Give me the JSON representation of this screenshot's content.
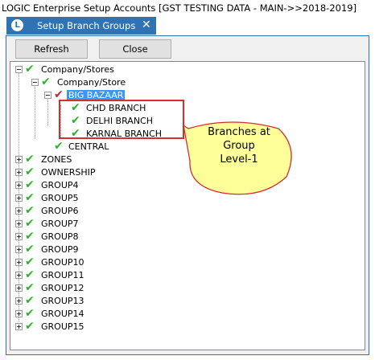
{
  "window": {
    "title": "LOGIC Enterprise Setup Accounts  [GST TESTING DATA - MAIN->>2018-2019]"
  },
  "tab": {
    "icon": "logic-app-icon",
    "label": "Setup Branch Groups",
    "close_glyph": "✕"
  },
  "toolbar": {
    "refresh_label": "Refresh",
    "close_label": "Close"
  },
  "tree": {
    "root": "Company/Stores",
    "company": "Company/Store",
    "group_big_bazaar": "BIG BAZAAR",
    "branches": [
      "CHD BRANCH",
      "DELHI BRANCH",
      "KARNAL BRANCH"
    ],
    "central": "CENTRAL",
    "groups": [
      "ZONES",
      "OWNERSHIP",
      "GROUP4",
      "GROUP5",
      "GROUP6",
      "GROUP7",
      "GROUP8",
      "GROUP9",
      "GROUP10",
      "GROUP11",
      "GROUP12",
      "GROUP13",
      "GROUP14",
      "GROUP15"
    ]
  },
  "annotation": {
    "lines": [
      "Branches  at",
      "Group",
      "Level-1"
    ],
    "box_color": "#d32f2f",
    "callout_fill": "#ffff99"
  },
  "colors": {
    "accent": "#2f73b5",
    "check_green": "#2fb12f",
    "check_red": "#c62828",
    "selection": "#3399ff"
  }
}
